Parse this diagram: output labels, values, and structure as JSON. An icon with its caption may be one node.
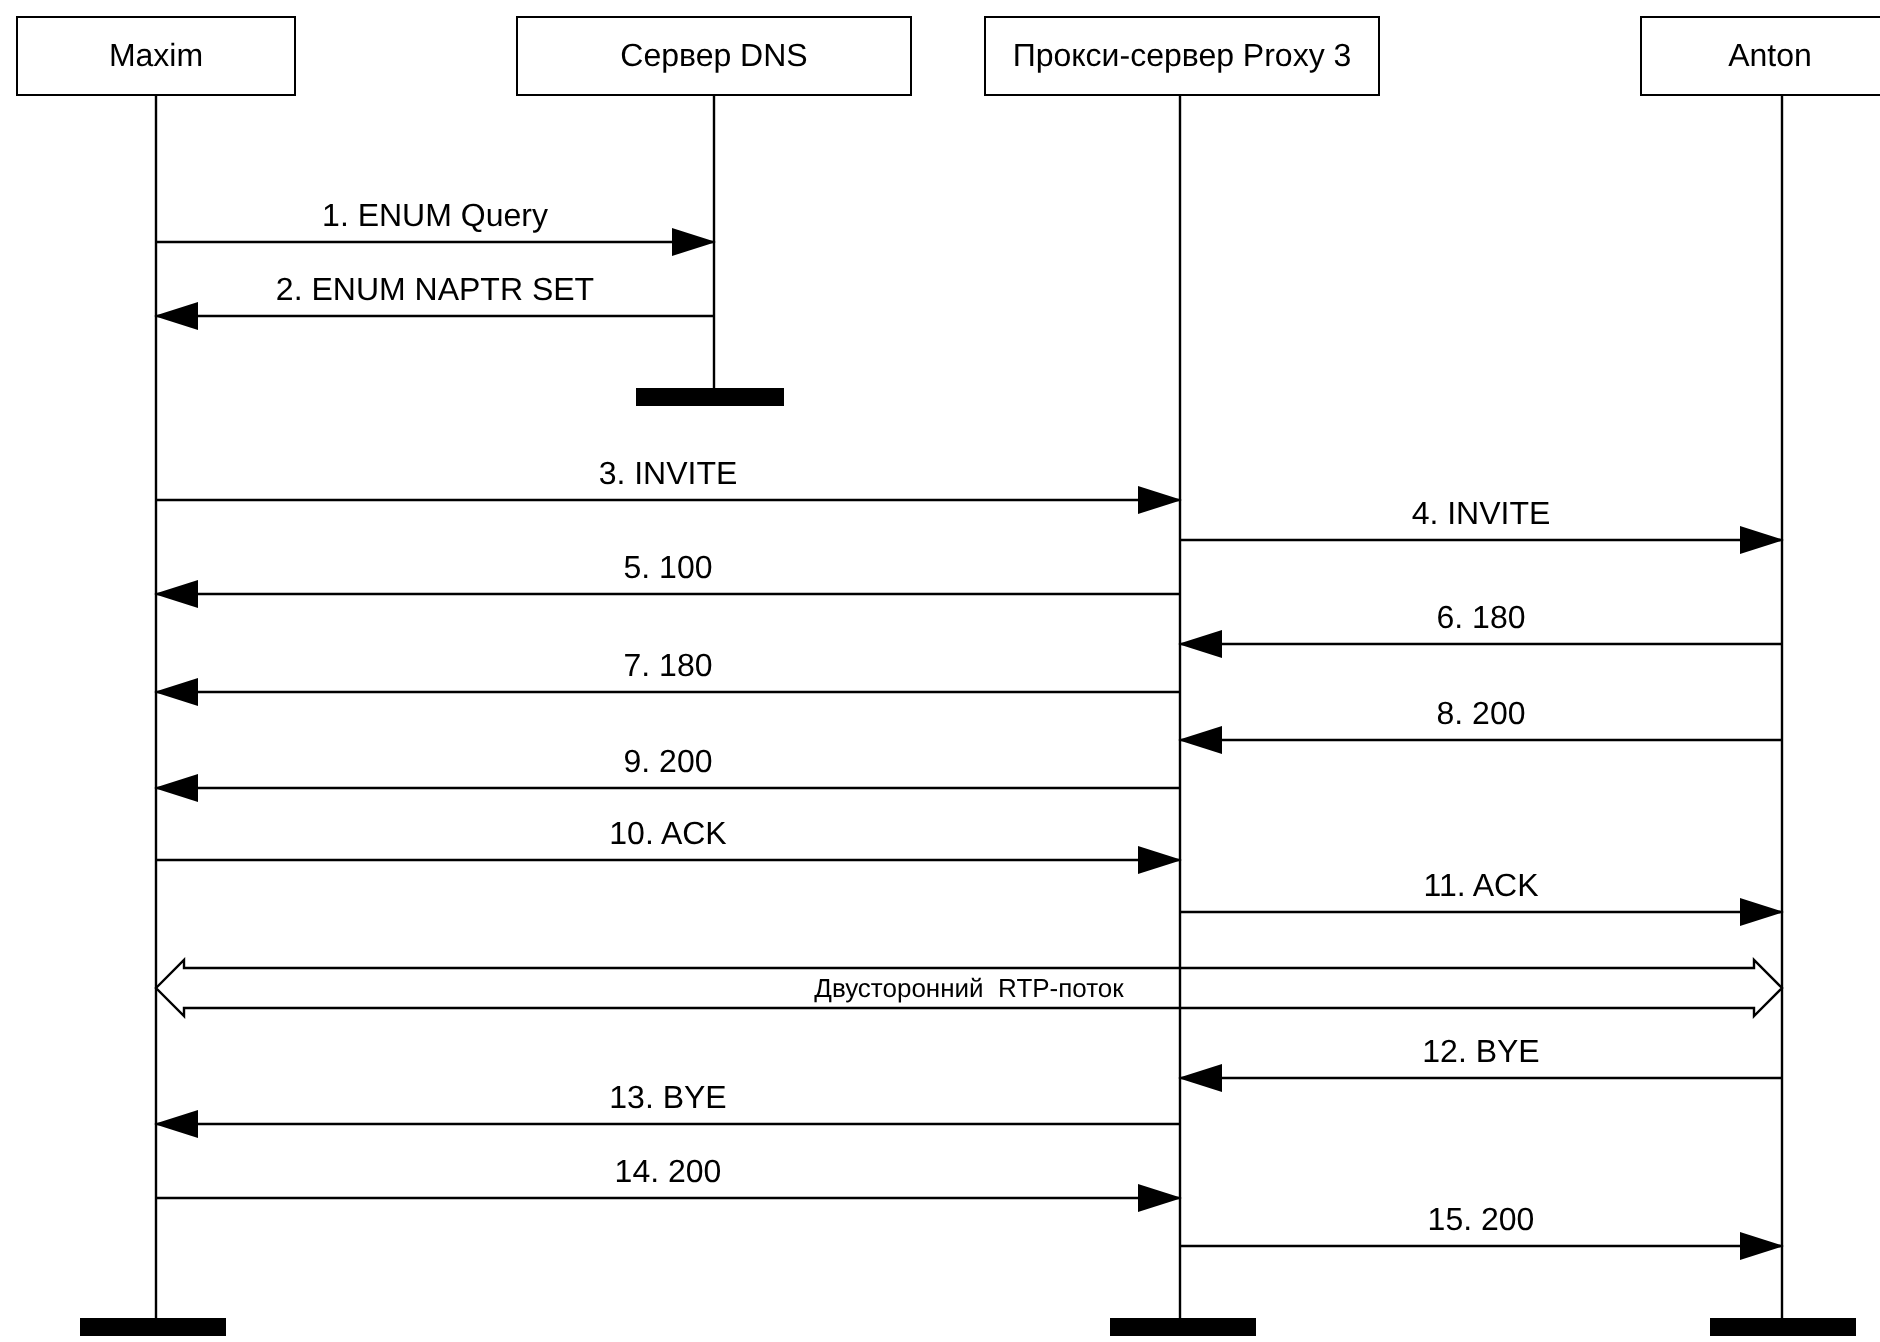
{
  "diagram": {
    "nodes": [
      {
        "text": [
          "Maxim"
        ]
      },
      {
        "text": [
          "Сервер DNS"
        ]
      },
      {
        "text": [
          "Прокси-сервер Proxy 3"
        ]
      },
      {
        "text": [
          "Anton"
        ]
      }
    ],
    "edges": [
      {
        "from": 0,
        "to": 1,
        "arrow": "to",
        "label": "1. ENUM Query"
      },
      {
        "from": 1,
        "to": 0,
        "arrow": "to",
        "label": "2. ENUM NAPTR SET"
      },
      {
        "from": 0,
        "to": 2,
        "arrow": "to",
        "label": "3. INVITE"
      },
      {
        "from": 2,
        "to": 3,
        "arrow": "to",
        "label": "4. INVITE"
      },
      {
        "from": 2,
        "to": 0,
        "arrow": "to",
        "label": "5. 100"
      },
      {
        "from": 3,
        "to": 2,
        "arrow": "to",
        "label": "6. 180"
      },
      {
        "from": 2,
        "to": 0,
        "arrow": "to",
        "label": "7. 180"
      },
      {
        "from": 3,
        "to": 2,
        "arrow": "to",
        "label": "8. 200"
      },
      {
        "from": 2,
        "to": 0,
        "arrow": "to",
        "label": "9. 200"
      },
      {
        "from": 0,
        "to": 2,
        "arrow": "to",
        "label": "10. ACK"
      },
      {
        "from": 2,
        "to": 3,
        "arrow": "to",
        "label": "11. ACK"
      },
      {
        "from": 0,
        "to": 3,
        "arrow": "both",
        "label": "Двусторонний  RTP-поток",
        "style": "thick"
      },
      {
        "from": 3,
        "to": 2,
        "arrow": "to",
        "label": "12. BYE"
      },
      {
        "from": 2,
        "to": 0,
        "arrow": "to",
        "label": "13. BYE"
      },
      {
        "from": 0,
        "to": 2,
        "arrow": "to",
        "label": "14. 200"
      },
      {
        "from": 2,
        "to": 3,
        "arrow": "to",
        "label": "15. 200"
      }
    ]
  }
}
